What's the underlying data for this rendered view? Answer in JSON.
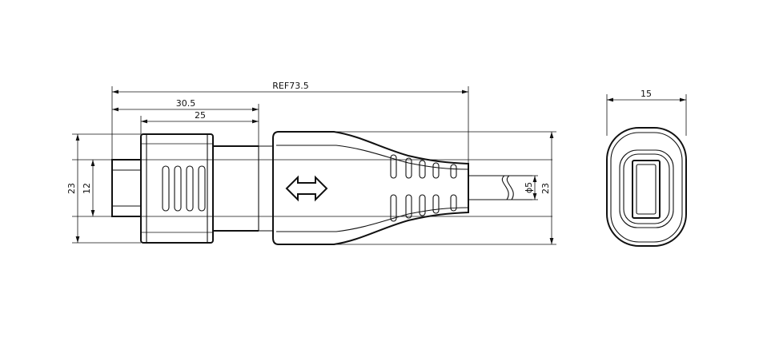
{
  "dimensions": {
    "ref_length": "REF73.5",
    "length_30_5": "30.5",
    "length_25": "25",
    "height_23_left": "23",
    "height_12": "12",
    "diameter_5": "ϕ5",
    "height_23_right": "23",
    "width_15": "15"
  },
  "icons": {
    "direction_arrow": "double-headed-arrow-icon"
  }
}
